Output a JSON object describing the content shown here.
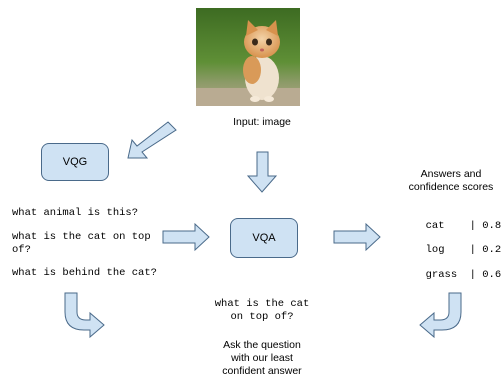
{
  "input": {
    "image": "kitten-photo",
    "caption": "Input: image"
  },
  "vqg": {
    "label": "VQG"
  },
  "vqa": {
    "label": "VQA"
  },
  "questions": [
    "what animal is this?",
    "what is the cat on top\nof?",
    "what is behind the cat?"
  ],
  "answers": {
    "title": "Answers and\nconfidence scores",
    "rows": [
      {
        "answer": "cat",
        "score": "0.8"
      },
      {
        "answer": "log",
        "score": "0.2"
      },
      {
        "answer": "grass",
        "score": "0.6"
      }
    ]
  },
  "selected_question": "what is the cat\non top of?",
  "selection_caption": "Ask the question\nwith our least\nconfident answer",
  "colors": {
    "box_fill": "#cfe2f3",
    "arrow_fill": "#cfe2f3",
    "arrow_stroke": "#4a6a8a"
  }
}
